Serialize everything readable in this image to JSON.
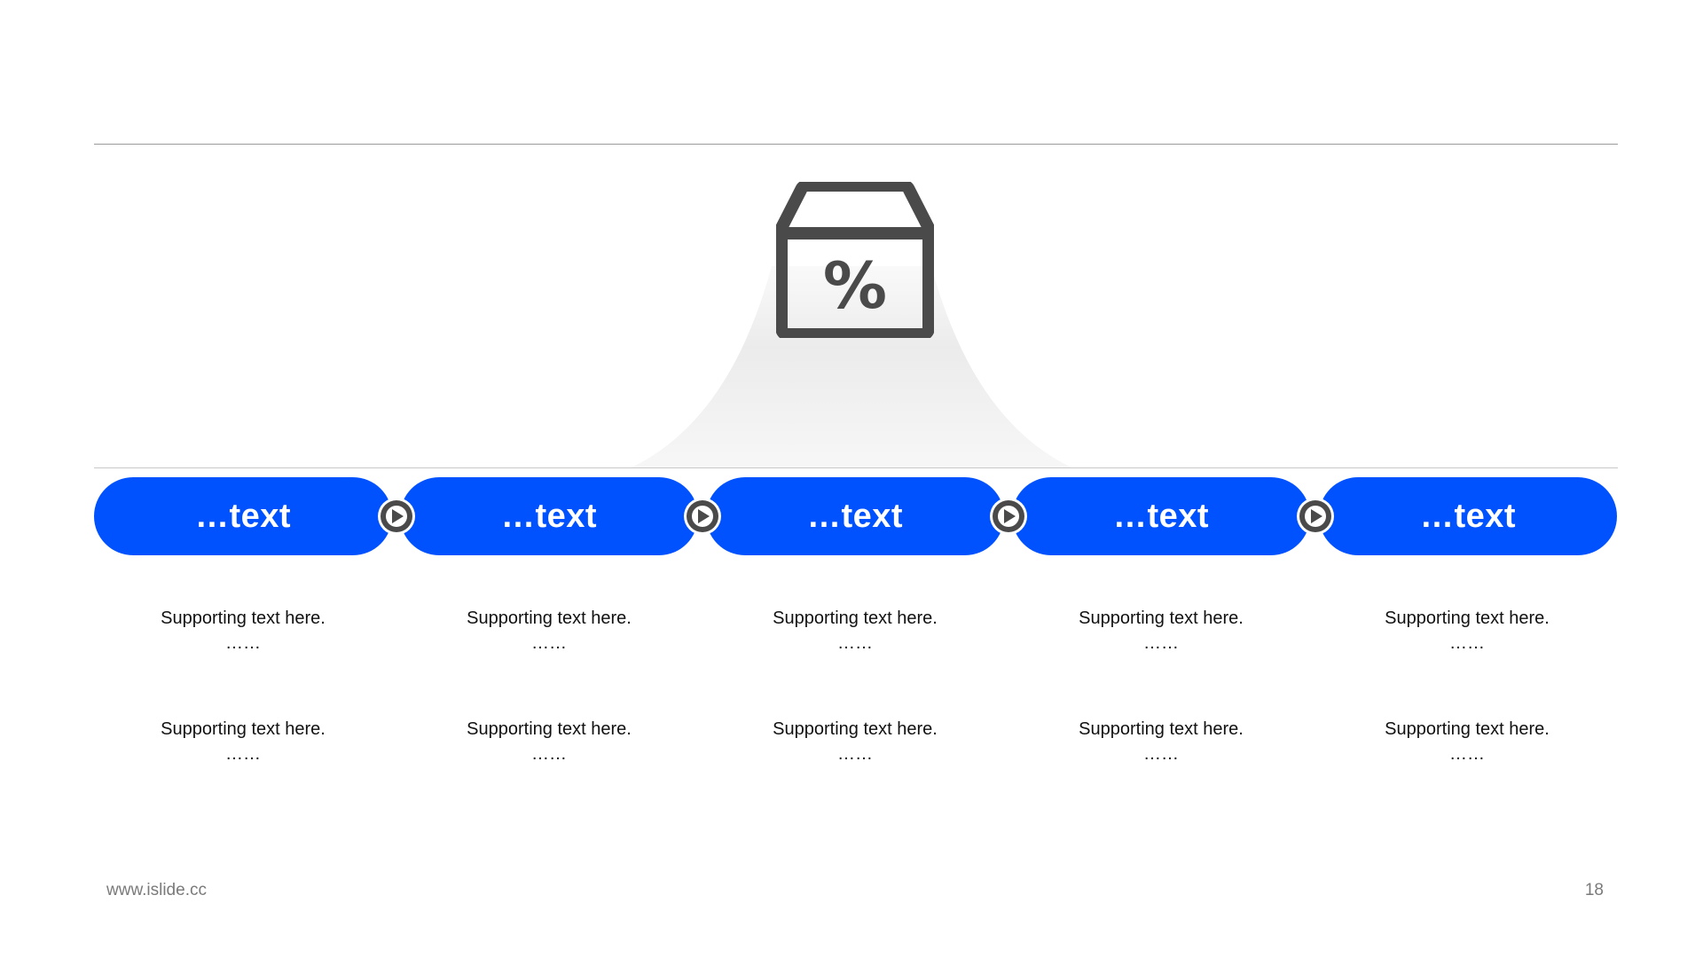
{
  "steps": [
    {
      "label": "…text",
      "lines": [
        "Supporting text here.",
        "……",
        "Supporting text here.",
        "……"
      ]
    },
    {
      "label": "…text",
      "lines": [
        "Supporting text here.",
        "……",
        "Supporting text here.",
        "……"
      ]
    },
    {
      "label": "…text",
      "lines": [
        "Supporting text here.",
        "……",
        "Supporting text here.",
        "……"
      ]
    },
    {
      "label": "…text",
      "lines": [
        "Supporting text here.",
        "……",
        "Supporting text here.",
        "……"
      ]
    },
    {
      "label": "…text",
      "lines": [
        "Supporting text here.",
        "……",
        "Supporting text here.",
        "……"
      ]
    }
  ],
  "icon": {
    "name": "percent-box-icon",
    "glyph": "%"
  },
  "footer": {
    "url": "www.islide.cc",
    "page_number": "18"
  },
  "colors": {
    "accent": "#0052FF",
    "icon": "#4a4a4a",
    "rule": "#9a9a9a"
  }
}
